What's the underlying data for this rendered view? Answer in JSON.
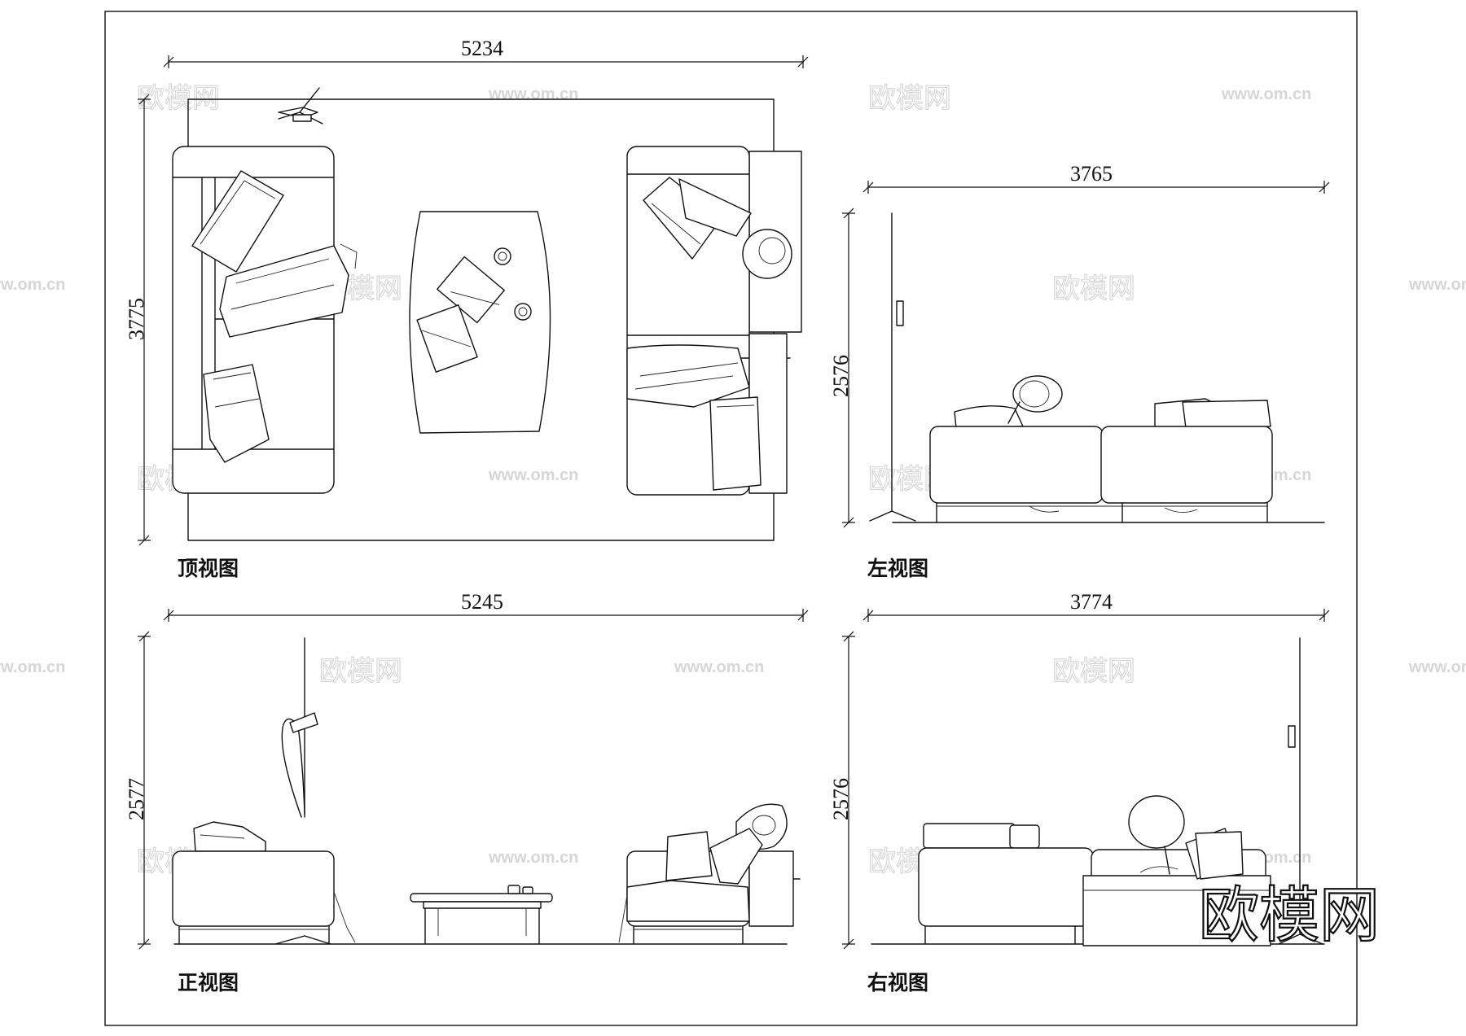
{
  "views": {
    "top": {
      "label": "顶视图",
      "width": "5234",
      "depth": "3775"
    },
    "left": {
      "label": "左视图",
      "width": "3765",
      "height": "2576"
    },
    "front": {
      "label": "正视图",
      "width": "5245",
      "height": "2577"
    },
    "right": {
      "label": "右视图",
      "width": "3774",
      "height": "2576"
    }
  },
  "watermark": {
    "brand": "欧模网",
    "url": "www.om.cn"
  },
  "logo": "欧模网"
}
